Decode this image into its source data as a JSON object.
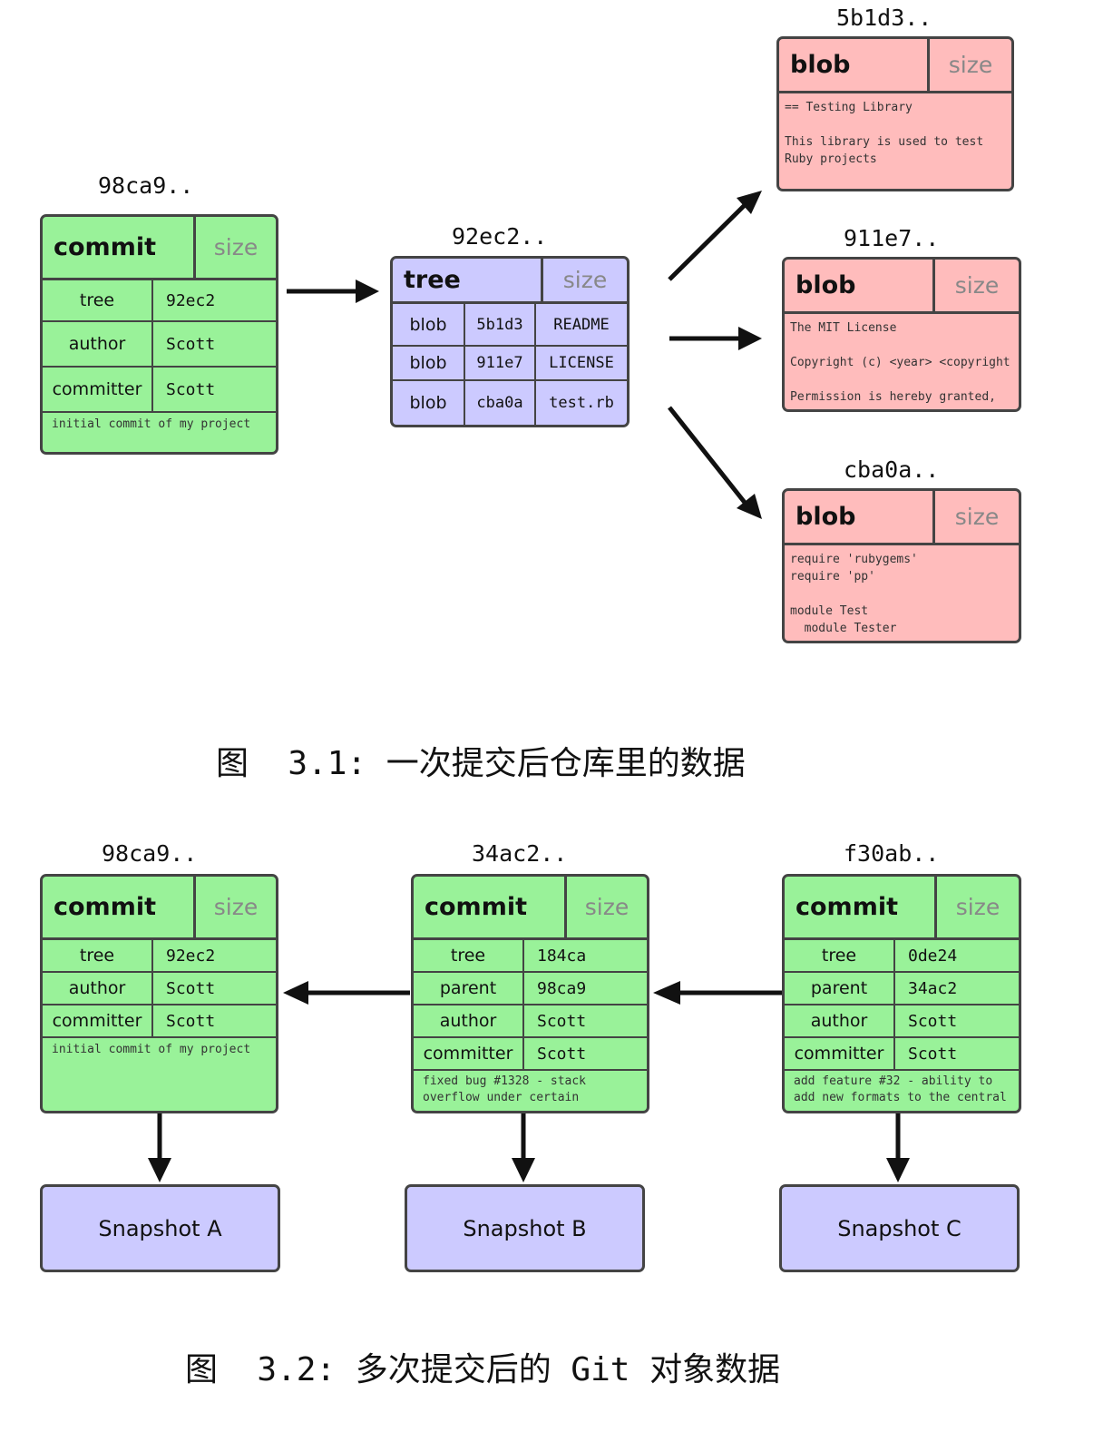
{
  "fig1": {
    "commit": {
      "hash": "98ca9..",
      "type": "commit",
      "size": "size",
      "rows": [
        {
          "k": "tree",
          "v": "92ec2"
        },
        {
          "k": "author",
          "v": "Scott"
        },
        {
          "k": "committer",
          "v": "Scott"
        }
      ],
      "message": "initial commit of my project"
    },
    "tree": {
      "hash": "92ec2..",
      "type": "tree",
      "size": "size",
      "rows": [
        {
          "kind": "blob",
          "sha": "5b1d3",
          "name": "README"
        },
        {
          "kind": "blob",
          "sha": "911e7",
          "name": "LICENSE"
        },
        {
          "kind": "blob",
          "sha": "cba0a",
          "name": "test.rb"
        }
      ]
    },
    "blobs": [
      {
        "hash": "5b1d3..",
        "type": "blob",
        "size": "size",
        "text": "== Testing Library\n\nThis library is used to test\nRuby projects"
      },
      {
        "hash": "911e7..",
        "type": "blob",
        "size": "size",
        "text": "The MIT License\n\nCopyright (c) <year> <copyright\n\nPermission is hereby granted,"
      },
      {
        "hash": "cba0a..",
        "type": "blob",
        "size": "size",
        "text": "require 'rubygems'\nrequire 'pp'\n\nmodule Test\n  module Tester"
      }
    ],
    "caption": "图  3.1: 一次提交后仓库里的数据"
  },
  "fig2": {
    "commits": [
      {
        "hash": "98ca9..",
        "type": "commit",
        "size": "size",
        "rows": [
          {
            "k": "tree",
            "v": "92ec2"
          },
          {
            "k": "author",
            "v": "Scott"
          },
          {
            "k": "committer",
            "v": "Scott"
          }
        ],
        "message": "initial commit of my project",
        "snapshot": "Snapshot A"
      },
      {
        "hash": "34ac2..",
        "type": "commit",
        "size": "size",
        "rows": [
          {
            "k": "tree",
            "v": "184ca"
          },
          {
            "k": "parent",
            "v": "98ca9"
          },
          {
            "k": "author",
            "v": "Scott"
          },
          {
            "k": "committer",
            "v": "Scott"
          }
        ],
        "message": "fixed bug #1328 - stack\noverflow under certain",
        "snapshot": "Snapshot B"
      },
      {
        "hash": "f30ab..",
        "type": "commit",
        "size": "size",
        "rows": [
          {
            "k": "tree",
            "v": "0de24"
          },
          {
            "k": "parent",
            "v": "34ac2"
          },
          {
            "k": "author",
            "v": "Scott"
          },
          {
            "k": "committer",
            "v": "Scott"
          }
        ],
        "message": "add feature #32 - ability to\nadd new formats to the central",
        "snapshot": "Snapshot C"
      }
    ],
    "caption": "图  3.2: 多次提交后的 Git 对象数据"
  }
}
